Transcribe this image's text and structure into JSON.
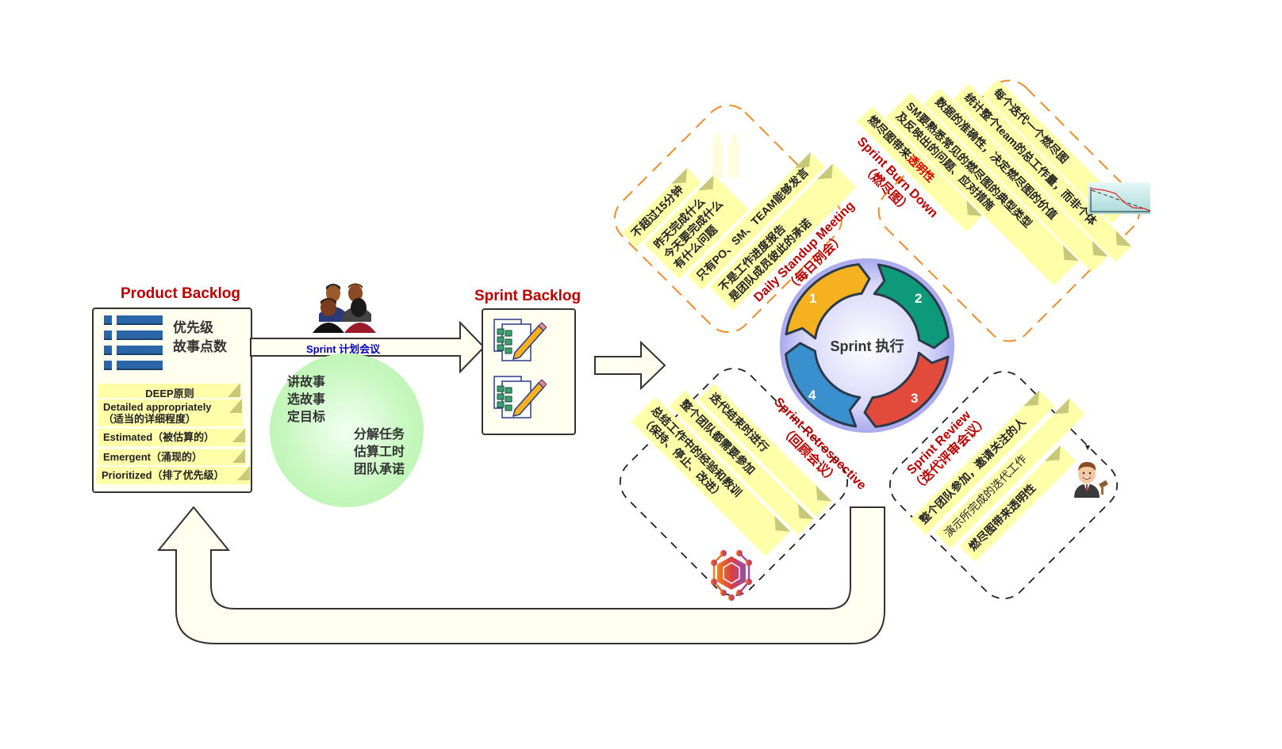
{
  "product_backlog": {
    "title": "Product Backlog",
    "lines": [
      "优先级",
      "故事点数"
    ],
    "deep_notes": [
      "DEEP原则",
      "Detailed appropriately",
      "（适当的详细程度）",
      "Estimated（被估算的）",
      "Emergent（涌现的）",
      "Prioritized（排了优先级）"
    ]
  },
  "planning": {
    "arrow_label": "Sprint 计划会议",
    "left_tasks": [
      "讲故事",
      "选故事",
      "定目标"
    ],
    "right_tasks": [
      "分解任务",
      "估算工时",
      "团队承诺"
    ]
  },
  "sprint_backlog": {
    "title": "Sprint Backlog"
  },
  "cycle": {
    "center_label": "Sprint 执行",
    "segments": [
      {
        "num": "1",
        "color": "#f5b120"
      },
      {
        "num": "2",
        "color": "#0e9a7a"
      },
      {
        "num": "3",
        "color": "#e24b3b"
      },
      {
        "num": "4",
        "color": "#3a8fcf"
      }
    ]
  },
  "daily_standup": {
    "title": "Daily Standup Meeting",
    "subtitle": "（每日例会）",
    "notes": [
      [
        "不超过15分钟"
      ],
      [
        "昨天完成什么",
        "今天要完成什么",
        "有什么问题"
      ],
      [
        "只有PO、SM、TEAM能够发言"
      ],
      [
        "不是工作进度报告",
        "是团队成员彼此的承诺"
      ]
    ]
  },
  "burn_down": {
    "title": "Sprint Burn Down",
    "subtitle": "（燃尽图）",
    "notes": [
      [
        "每个迭代一个燃尽图"
      ],
      [
        "统计整个team的总工作量，而非个体"
      ],
      [
        "数据的准确性，决定燃尽图的价值"
      ],
      [
        "SM要熟悉常见的燃尽图的典型类型",
        "及反映出的问题、应对措施"
      ],
      [
        "燃尽图带来",
        "透明性"
      ]
    ]
  },
  "retrospective": {
    "title": "Sprint Retrospective",
    "subtitle": "（回顾会议）",
    "notes": [
      [
        "迭代结束时进行"
      ],
      [
        "整个团队都需要参加"
      ],
      [
        "总结工作中的经验和教训",
        "（保持、停止、改进）"
      ]
    ]
  },
  "review": {
    "title": "Sprint Review",
    "subtitle": "（迭代评审会议）",
    "notes": [
      [
        "整个团队参加，邀请关注的人"
      ],
      [
        "演示所完成的迭代工作"
      ],
      [
        "燃尽图带来透明性"
      ]
    ]
  },
  "colors": {
    "title_red": "#c00000",
    "note_yellow": "#ffffaa",
    "arrow_fill": "#fffff0",
    "orange_dash": "#f08c28",
    "planning_blue": "#0000cc",
    "backlog_blue": "#2a65a8"
  }
}
